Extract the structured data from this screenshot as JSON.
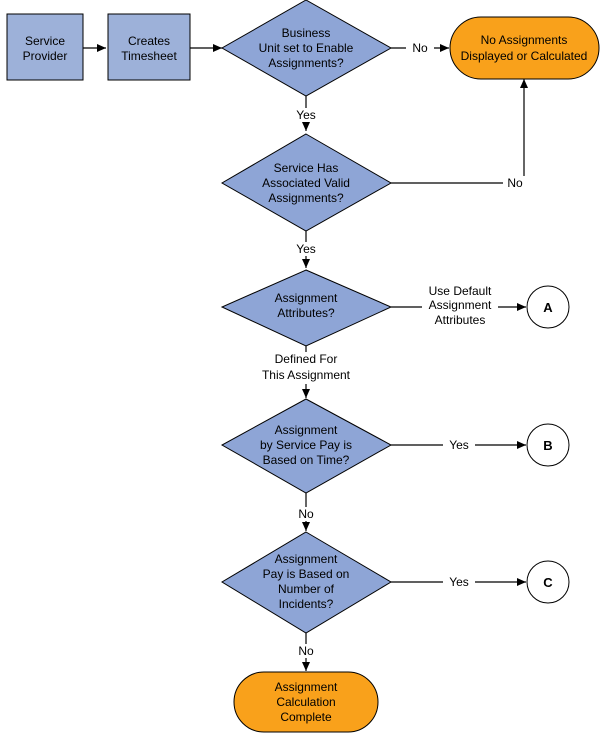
{
  "nodes": {
    "service_provider": [
      "Service",
      "Provider"
    ],
    "creates_timesheet": [
      "Creates",
      "Timesheet"
    ],
    "decision_bu": [
      "Business",
      "Unit set to Enable",
      "Assignments?"
    ],
    "no_assignments": [
      "No Assignments",
      "Displayed or Calculated"
    ],
    "decision_valid": [
      "Service Has",
      "Associated Valid",
      "Assignments?"
    ],
    "decision_attributes": [
      "Assignment",
      "Attributes?"
    ],
    "decision_time": [
      "Assignment",
      "by Service Pay is",
      "Based on Time?"
    ],
    "decision_incidents": [
      "Assignment",
      "Pay is Based on",
      "Number of",
      "Incidents?"
    ],
    "complete": [
      "Assignment",
      "Calculation",
      "Complete"
    ],
    "connector_a": "A",
    "connector_b": "B",
    "connector_c": "C"
  },
  "edge_labels": {
    "bu_no": "No",
    "bu_yes": "Yes",
    "valid_no": "No",
    "valid_yes": "Yes",
    "attr_default": [
      "Use Default",
      "Assignment",
      "Attributes"
    ],
    "attr_defined": [
      "Defined For",
      "This Assignment"
    ],
    "time_yes": "Yes",
    "time_no": "No",
    "incidents_yes": "Yes",
    "incidents_no": "No"
  },
  "colors": {
    "process_fill": "#9DB1D9",
    "decision_fill": "#8EA5D6",
    "terminal_fill": "#F9A11B"
  }
}
